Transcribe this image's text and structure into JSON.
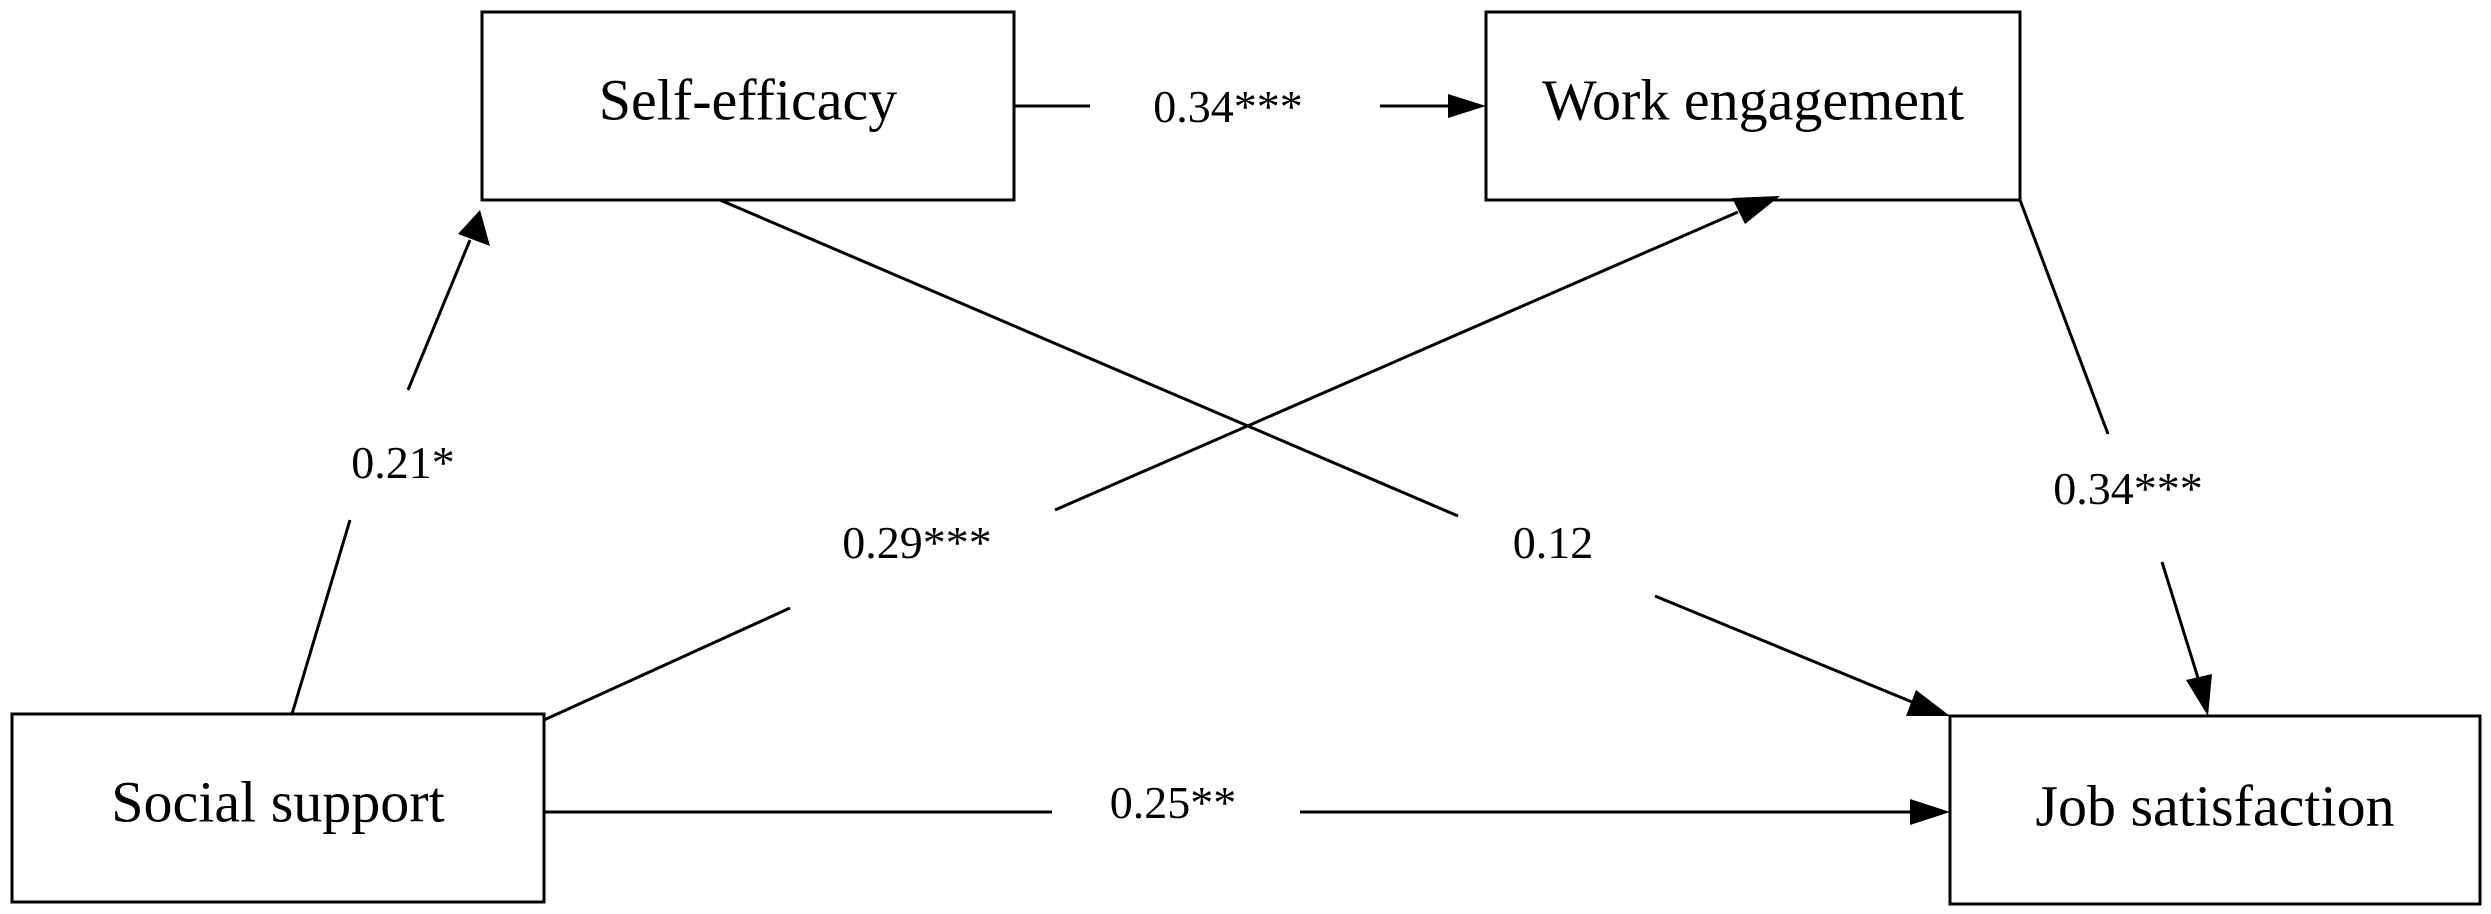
{
  "nodes": {
    "self_efficacy": "Self-efficacy",
    "work_engagement": "Work engagement",
    "social_support": "Social support",
    "job_satisfaction": "Job satisfaction"
  },
  "paths": {
    "social_support_to_self_efficacy": "0.21*",
    "self_efficacy_to_work_engagement": "0.34***",
    "social_support_to_work_engagement": "0.29***",
    "self_efficacy_to_job_satisfaction": "0.12",
    "work_engagement_to_job_satisfaction": "0.34***",
    "social_support_to_job_satisfaction": "0.25**"
  }
}
